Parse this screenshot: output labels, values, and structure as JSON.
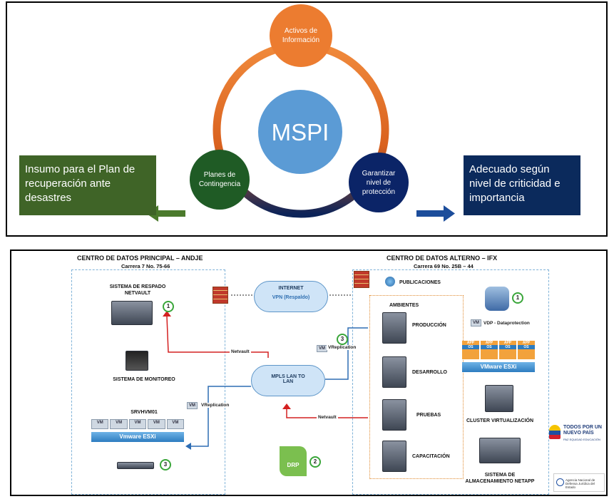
{
  "top_diagram": {
    "center": "MSPI",
    "node_top": "Activos de Información",
    "node_left": "Planes de Contingencia",
    "node_right": "Garantizar nivel de protección",
    "box_left": "Insumo para el Plan de recuperación ante desastres",
    "box_right": "Adecuado según nivel de criticidad e importancia",
    "colors": {
      "orange": "#ec7c30",
      "blue_center": "#5b9bd5",
      "dark_green": "#1f5b25",
      "navy": "#0b2467",
      "box_green": "#3f6427",
      "box_navy": "#0b2a5c"
    }
  },
  "bottom_diagram": {
    "main_title": "CENTRO DE DATOS PRINCIPAL – ANDJE",
    "main_address": "Carrera 7 No. 75-66",
    "alt_title": "CENTRO DE DATOS ALTERNO – IFX",
    "alt_address": "Carrera 69 No. 25B – 44",
    "backup": "SISTEMA DE RESPADO NETVAULT",
    "monitor": "SISTEMA DE MONITOREO",
    "internet": "INTERNET",
    "vpn": "VPN (Respaldo)",
    "mpls": "MPLS LAN TO LAN",
    "publicaciones": "PUBLICACIONES",
    "ambientes": "AMBIENTES",
    "produccion": "PRODUCCIÓN",
    "desarrollo": "DESARROLLO",
    "pruebas": "PRUEBAS",
    "capacitacion": "CAPACITACIÓN",
    "vdp": "VDP - Dataprotection",
    "vm_tag": "VM",
    "vreplication": "VReplication",
    "netvault": "Netvault",
    "srvhvm": "SRVHVM01",
    "esxi": "Vmware ESXi",
    "esxi_alt": "VMware ESXi",
    "cluster": "CLUSTER VIRTUALIZACIÓN",
    "storage": "SISTEMA DE ALMACENAMIENTO NETAPP",
    "drp": "DRP",
    "app": "APP",
    "os": "OS",
    "n1": "1",
    "n2": "2",
    "n3": "3",
    "logo_main": "TODOS POR UN NUEVO PAÍS",
    "logo_sub": "PAZ EQUIDAD EDUCACIÓN",
    "agency": "Agencia Nacional de Defensa Jurídica del Estado"
  }
}
